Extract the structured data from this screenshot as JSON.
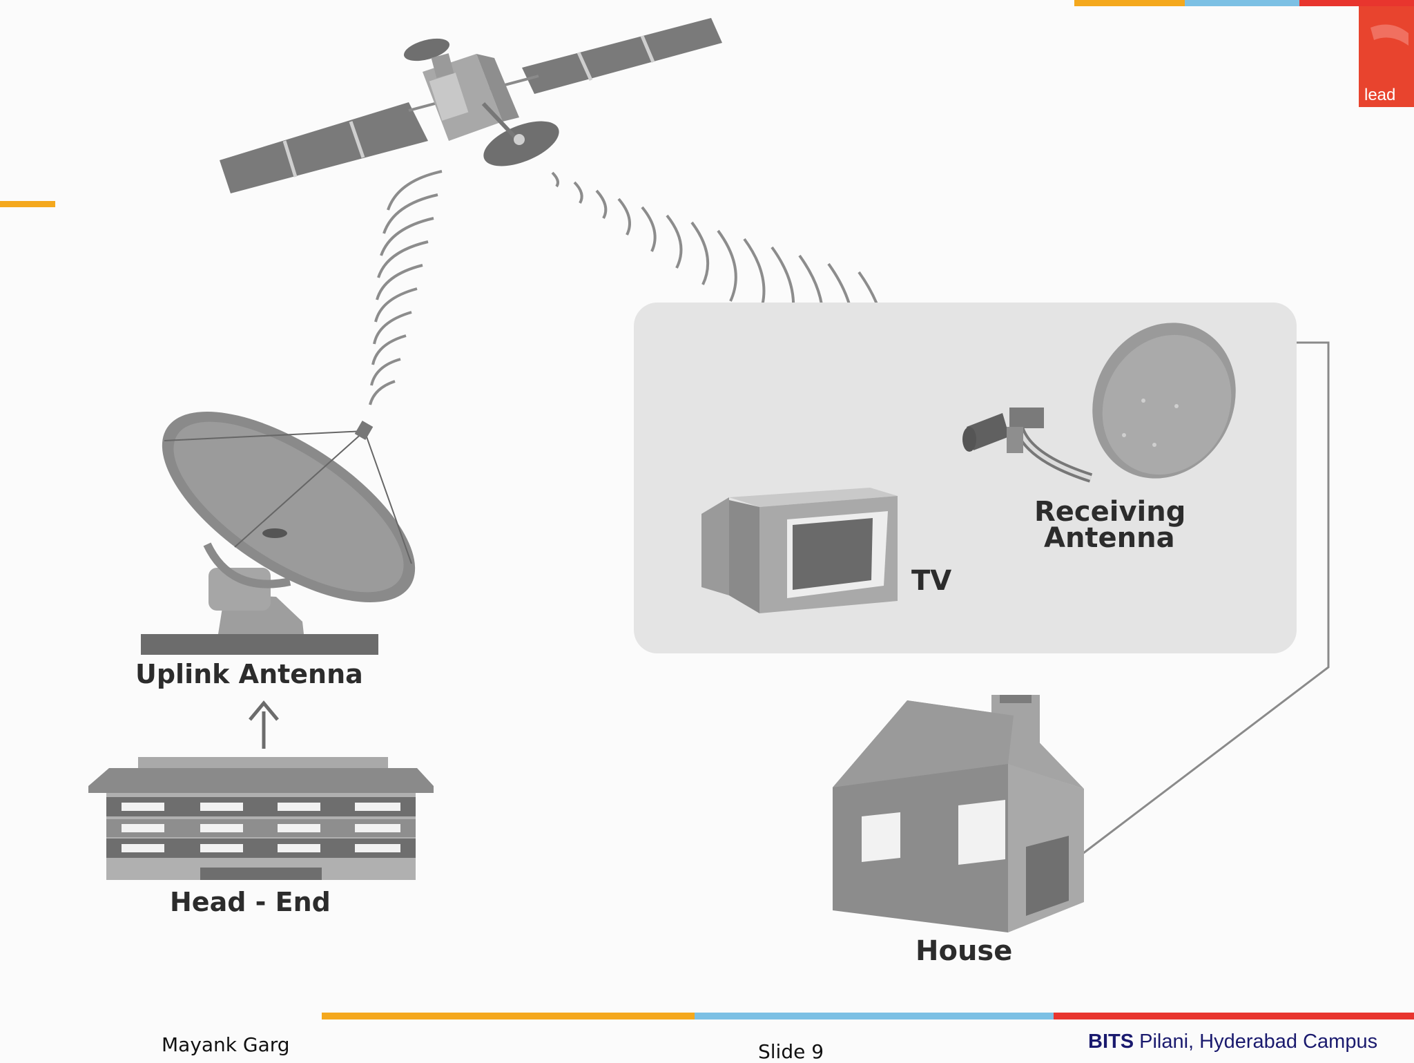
{
  "diagram": {
    "satellite": "satellite-icon",
    "uplink_label": "Uplink Antenna",
    "headend_label": "Head - End",
    "tv_label": "TV",
    "receiving_label_line1": "Receiving",
    "receiving_label_line2": "Antenna",
    "house_label": "House"
  },
  "branding": {
    "logo_text": "lead",
    "accent_colors": [
      "#f4a81d",
      "#7cc0e4",
      "#e8352e"
    ]
  },
  "footer": {
    "author": "Mayank Garg",
    "slide": "Slide 9",
    "campus_bold": "BITS",
    "campus_rest": " Pilani, Hyderabad Campus"
  }
}
